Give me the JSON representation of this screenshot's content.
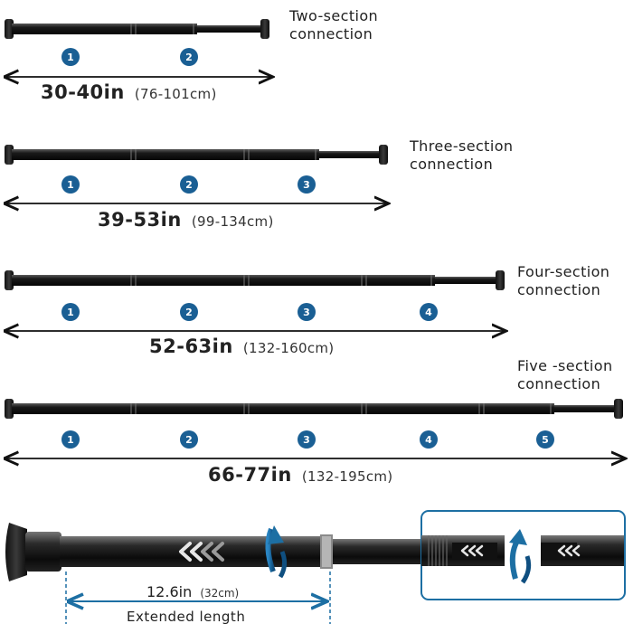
{
  "accent_color": "#1d6fa3",
  "badge_color": "#1a5f94",
  "sections": [
    {
      "label_lines": [
        "Two-section",
        "connection"
      ],
      "badges": [
        "1",
        "2"
      ],
      "size_in": "30-40in",
      "size_cm": "(76-101cm)"
    },
    {
      "label_lines": [
        "Three-section",
        "connection"
      ],
      "badges": [
        "1",
        "2",
        "3"
      ],
      "size_in": "39-53in",
      "size_cm": "(99-134cm)"
    },
    {
      "label_lines": [
        "Four-section",
        "connection"
      ],
      "badges": [
        "1",
        "2",
        "3",
        "4"
      ],
      "size_in": "52-63in",
      "size_cm": "(132-160cm)"
    },
    {
      "label_lines": [
        "Five -section",
        "connection"
      ],
      "badges": [
        "1",
        "2",
        "3",
        "4",
        "5"
      ],
      "size_in": "66-77in",
      "size_cm": "(132-195cm)"
    }
  ],
  "detail": {
    "length_in": "12.6in",
    "length_cm": "(32cm)",
    "caption": "Extended length",
    "icons": [
      "chevron-arrows-icon",
      "rotate-arrow-icon",
      "rod-end-cap-icon"
    ]
  }
}
